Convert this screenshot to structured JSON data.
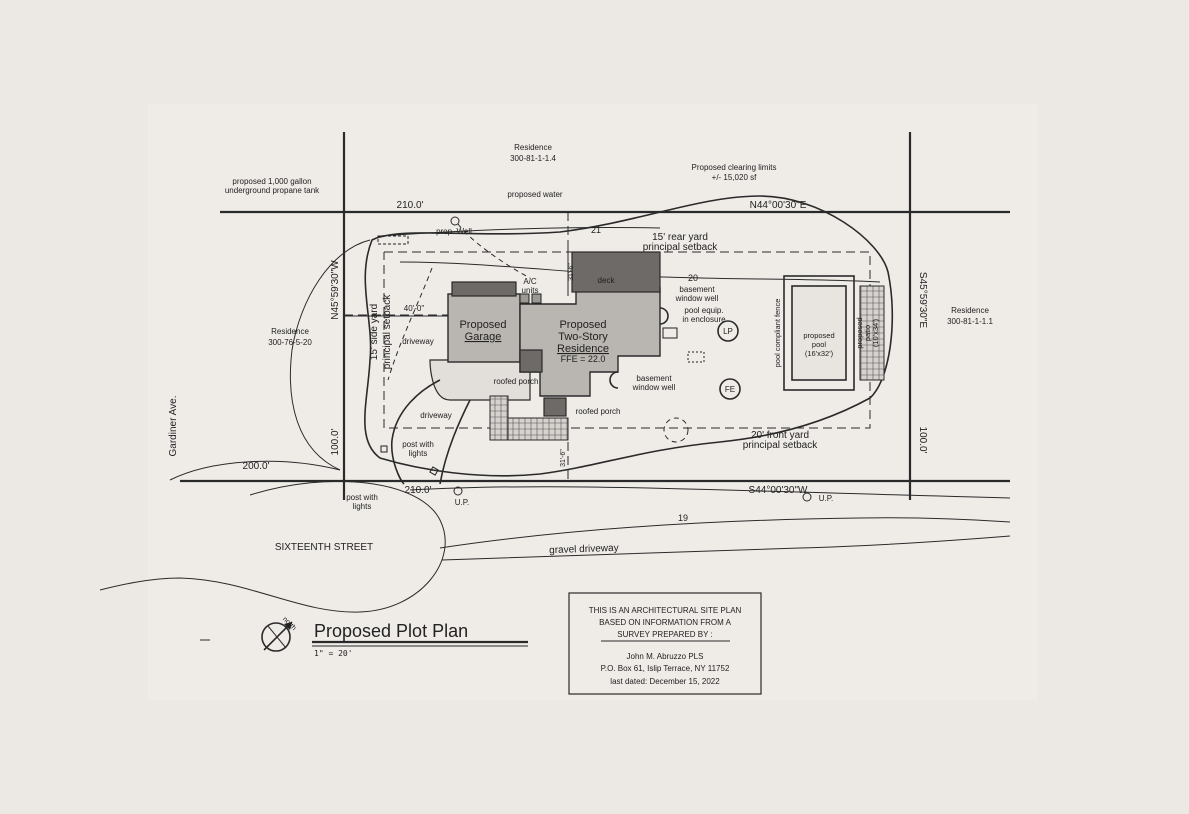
{
  "title": "Proposed Plot Plan",
  "scale": "1\" = 20'",
  "north_label": "north",
  "streets": {
    "sixteenth": "SIXTEENTH STREET",
    "gardiner": "Gardiner Ave."
  },
  "bearings": {
    "top": "N44°00'30\"E",
    "bottom": "S44°00'30\"W",
    "left": "N45°59'30\"W",
    "right": "S45°59'30\"E"
  },
  "distances": {
    "top": "210.0'",
    "bottom": "210.0'",
    "left": "100.0'",
    "right": "100.0'",
    "street_frontage": "200.0'",
    "side_offset": "40'-0\"",
    "rear_offset": "31'-6\"",
    "front_offset": "31'-6\""
  },
  "contours": [
    "21",
    "20",
    "19"
  ],
  "setbacks": {
    "rear_line1": "15' rear yard",
    "rear_line2": "principal setback",
    "front_line1": "20' front yard",
    "front_line2": "principal setback",
    "side_line1": "15' side yard",
    "side_line2": "principal setback"
  },
  "neighbors": {
    "top_label": "Residence",
    "top_id": "300-81-1-1.4",
    "left_label": "Residence",
    "left_id": "300-76-5-20",
    "right_label": "Residence",
    "right_id": "300-81-1-1.1"
  },
  "labels": {
    "propane_line1": "proposed 1,000 gallon",
    "propane_line2": "underground propane tank",
    "water": "proposed water",
    "well": "prop. Well",
    "clearing_line1": "Proposed clearing limits",
    "clearing_line2": "+/- 15,020 sf",
    "garage_line1": "Proposed",
    "garage_line2": "Garage",
    "res_line1": "Proposed",
    "res_line2": "Two-Story",
    "res_line3": "Residence",
    "ffe": "FFE = 22.0",
    "deck": "deck",
    "ac_line1": "A/C",
    "ac_line2": "units",
    "bww1_line1": "basement",
    "bww1_line2": "window well",
    "pool_equip_line1": "pool equip.",
    "pool_equip_line2": "in enclosure",
    "lp": "LP",
    "fe": "FE",
    "driveway": "driveway",
    "roofed_porch1": "roofed porch",
    "roofed_porch2": "roofed porch",
    "bww2_line1": "basement",
    "bww2_line2": "window well",
    "post1_line1": "post with",
    "post1_line2": "lights",
    "post2_line1": "post with",
    "post2_line2": "lights",
    "up1": "U.P.",
    "up2": "U.P.",
    "gravel": "gravel driveway",
    "pool_fence": "pool compliant fence",
    "pool_line1": "proposed",
    "pool_line2": "pool",
    "pool_line3": "(16'x32')",
    "patio_line1": "proposed",
    "patio_line2": "patio",
    "patio_line3": "(10'x34')"
  },
  "notice": {
    "line1": "THIS IS AN ARCHITECTURAL SITE PLAN",
    "line2": "BASED ON INFORMATION FROM A",
    "line3": "SURVEY PREPARED BY :",
    "line4": "John M. Abruzzo PLS",
    "line5": "P.O. Box 61, Islip Terrace, NY 11752",
    "line6": "last dated: December 15, 2022"
  }
}
